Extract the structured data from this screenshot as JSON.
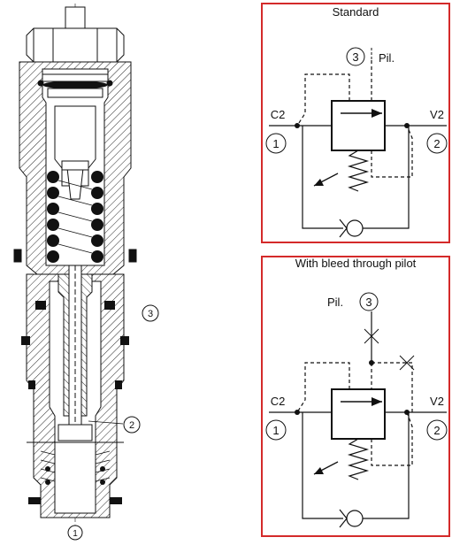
{
  "cross_section": {
    "port_callouts": [
      "3",
      "2",
      "1"
    ]
  },
  "panels": [
    {
      "title": "Standard",
      "pilot_port_number": "3",
      "pilot_label": "Pil.",
      "left_port_label": "C2",
      "left_port_number": "1",
      "right_port_label": "V2",
      "right_port_number": "2"
    },
    {
      "title": "With bleed through pilot",
      "pilot_label": "Pil.",
      "pilot_port_number": "3",
      "left_port_label": "C2",
      "left_port_number": "1",
      "right_port_label": "V2",
      "right_port_number": "2"
    }
  ],
  "colors": {
    "frame": "#d42a2a",
    "line": "#111111"
  }
}
